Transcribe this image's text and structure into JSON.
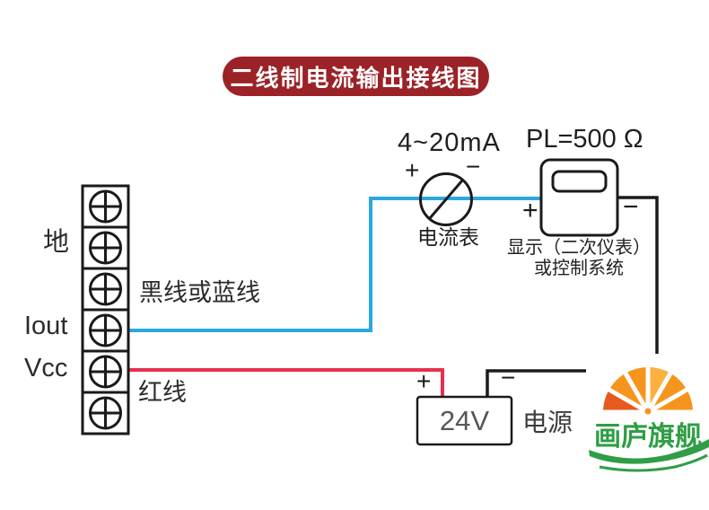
{
  "title": "二线制电流输出接线图",
  "colors": {
    "banner_bg": "#9b2227",
    "banner_text": "#ffffff",
    "wire_blue": "#29a9e1",
    "wire_red": "#e8304e",
    "wire_black": "#1a1a1a",
    "logo_orange": "#f7941d",
    "logo_orange_dark": "#e8591f",
    "logo_orange_light": "#fbb040",
    "logo_green": "#2f9e45"
  },
  "terminals": {
    "ground": "地",
    "iout": "Iout",
    "vcc": "Vcc"
  },
  "wire_labels": {
    "signal": "黑线或蓝线",
    "power": "红线"
  },
  "ammeter": {
    "range": "4~20mA",
    "plus": "+",
    "minus": "−",
    "label": "电流表"
  },
  "display": {
    "load": "PL=500 Ω",
    "plus": "+",
    "minus": "−",
    "caption1": "显示（二次仪表）",
    "caption2": "或控制系统"
  },
  "power": {
    "voltage": "24V",
    "label": "电源",
    "plus": "+",
    "minus": "−"
  },
  "logo": {
    "text": "画庐旗舰"
  }
}
